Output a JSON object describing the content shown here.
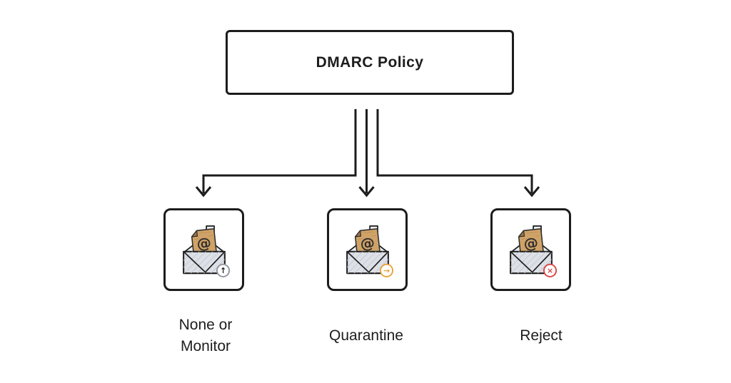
{
  "diagram": {
    "title": "DMARC Policy"
  },
  "branches": [
    {
      "label": "None or Monitor",
      "badge_icon": "arrow-up-circle-icon",
      "badge_glyph": "↑",
      "badge_ring_color": "#8f959d",
      "badge_glyph_color": "#1f1f1f"
    },
    {
      "label": "Quarantine",
      "badge_icon": "arrow-right-circle-icon",
      "badge_glyph": "→",
      "badge_ring_color": "#e9a13b",
      "badge_glyph_color": "#e9a13b"
    },
    {
      "label": "Reject",
      "badge_icon": "cross-circle-icon",
      "badge_glyph": "×",
      "badge_ring_color": "#d8433f",
      "badge_glyph_color": "#d8433f"
    }
  ],
  "colors": {
    "ink": "#1c1c1c",
    "label-ink": "#1d1d1d",
    "background": "#ffffff",
    "paper": "#cfa267",
    "paper-fold": "#a1774a",
    "paper-ink": "#2e2e2e",
    "envelope": "#dde0e6",
    "envelope-hatch": "#c2c7cf",
    "envelope-back": "#eceef1"
  }
}
